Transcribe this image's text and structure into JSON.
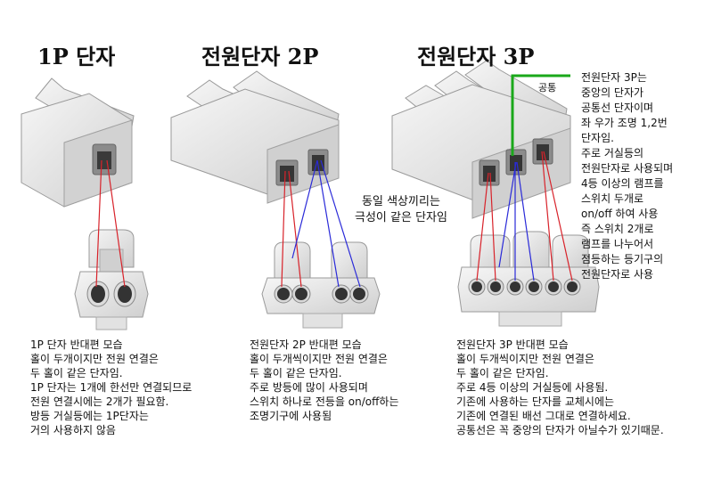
{
  "titles": {
    "p1": "1P 단자",
    "p2": "전원단자 2P",
    "p3": "전원단자 3P"
  },
  "callouts": {
    "same_color": "동일 색상끼리는\n극성이 같은 단자임",
    "common": "공통",
    "side_note": "전원단자 3P는\n중앙의 단자가\n공통선 단자이며\n좌 우가 조명 1,2번\n단자임.\n주로 거실등의\n전원단자로 사용되며\n4등 이상의 램프를\n스위치 두개로\non/off 하여 사용\n즉 스위치 2개로\n램프를 나누어서\n점등하는 등기구의\n전원단자로 사용"
  },
  "descriptions": {
    "p1": "1P 단자 반대편 모습\n홀이 두개이지만 전원 연결은\n두 홀이 같은 단자임.\n1P 단자는 1개에 한선만 연결되므로\n전원 연결시에는 2개가 필요함.\n방등 거실등에는 1P단자는\n거의 사용하지 않음",
    "p2": "전원단자 2P 반대편 모습\n홀이 두개씩이지만 전원 연결은\n두 홀이 같은 단자임.\n주로 방등에 많이 사용되며\n스위치 하나로 전등을 on/off하는\n조명기구에 사용됨",
    "p3": "전원단자 3P 반대편 모습\n홀이 두개씩이지만 전원 연결은\n두 홀이 같은 단자임.\n주로 4등 이상의 거실등에 사용됨.\n기존에 사용하는 단자를 교체시에는\n기존에 연결된 배선 그대로 연결하세요.\n공통선은 꼭 중앙의 단자가 아닐수가 있기때문."
  },
  "colors": {
    "red": "#d8222a",
    "blue": "#2a2ad8",
    "green": "#1aa81a"
  }
}
